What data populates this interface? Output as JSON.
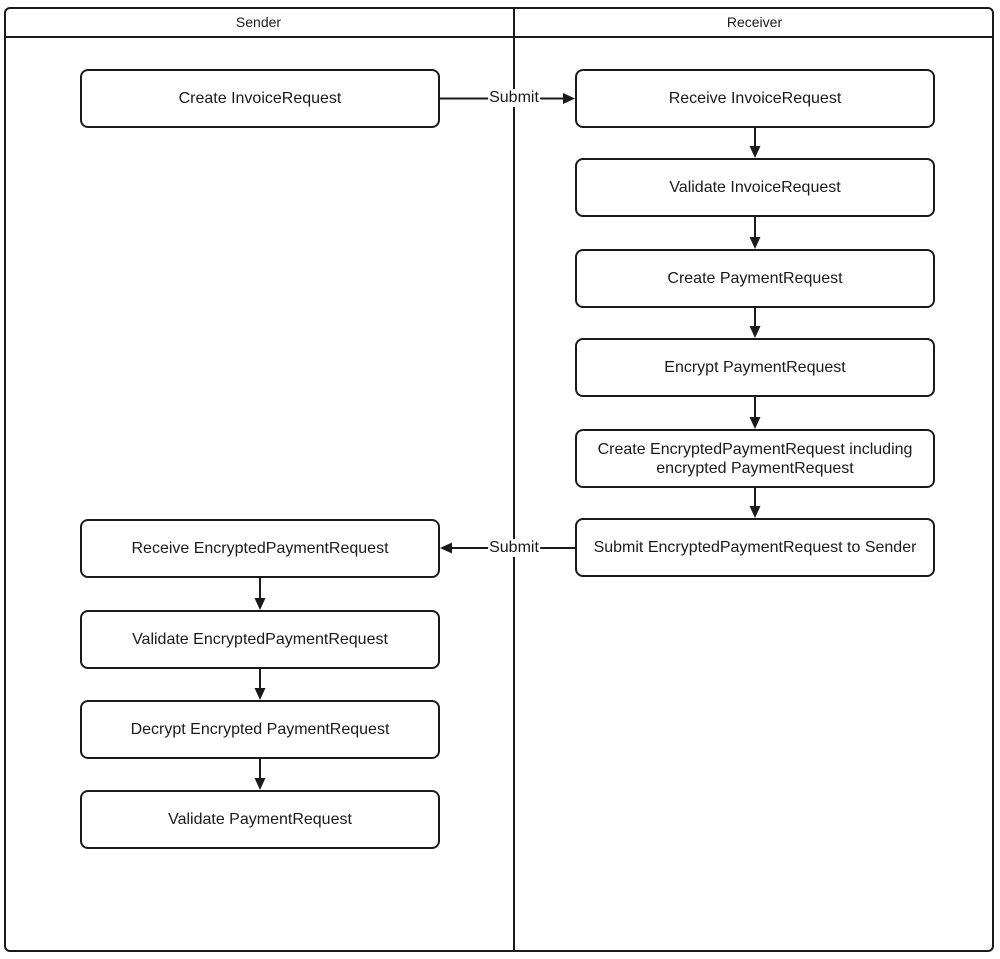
{
  "diagram": {
    "type": "swimlane-flowchart",
    "lanes": [
      {
        "title": "Sender",
        "nodes": [
          "Create InvoiceRequest",
          "Receive EncryptedPaymentRequest",
          "Validate EncryptedPaymentRequest",
          "Decrypt Encrypted PaymentRequest",
          "Validate PaymentRequest"
        ]
      },
      {
        "title": "Receiver",
        "nodes": [
          "Receive InvoiceRequest",
          "Validate InvoiceRequest",
          "Create PaymentRequest",
          "Encrypt PaymentRequest",
          "Create EncryptedPaymentRequest including encrypted PaymentRequest",
          "Submit EncryptedPaymentRequest to Sender"
        ]
      }
    ],
    "edge_labels": {
      "invoice_submit": "Submit",
      "payment_submit": "Submit"
    },
    "colors": {
      "line": "#1a1a1a",
      "node_fill": "#ffffff",
      "background": "#ffffff"
    }
  }
}
